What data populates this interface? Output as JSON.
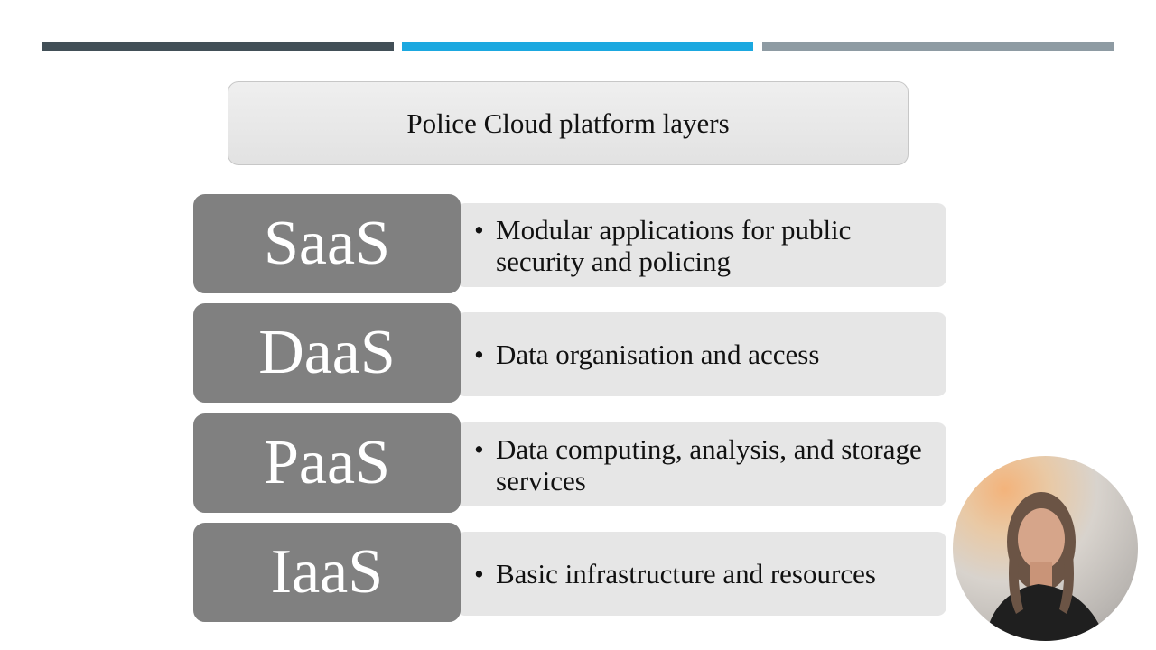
{
  "title": "Police Cloud platform layers",
  "layers": [
    {
      "label": "SaaS",
      "description": "Modular applications for public security and policing"
    },
    {
      "label": "DaaS",
      "description": "Data organisation and access"
    },
    {
      "label": "PaaS",
      "description": "Data computing, analysis, and storage services"
    },
    {
      "label": "IaaS",
      "description": "Basic infrastructure and resources"
    }
  ],
  "bullet": "•",
  "colors": {
    "bar_dark": "#424f57",
    "bar_blue": "#1ba8e0",
    "bar_gray": "#8e9ba3",
    "layer_label_fill": "#808080",
    "layer_desc_fill": "#e6e6e6"
  }
}
